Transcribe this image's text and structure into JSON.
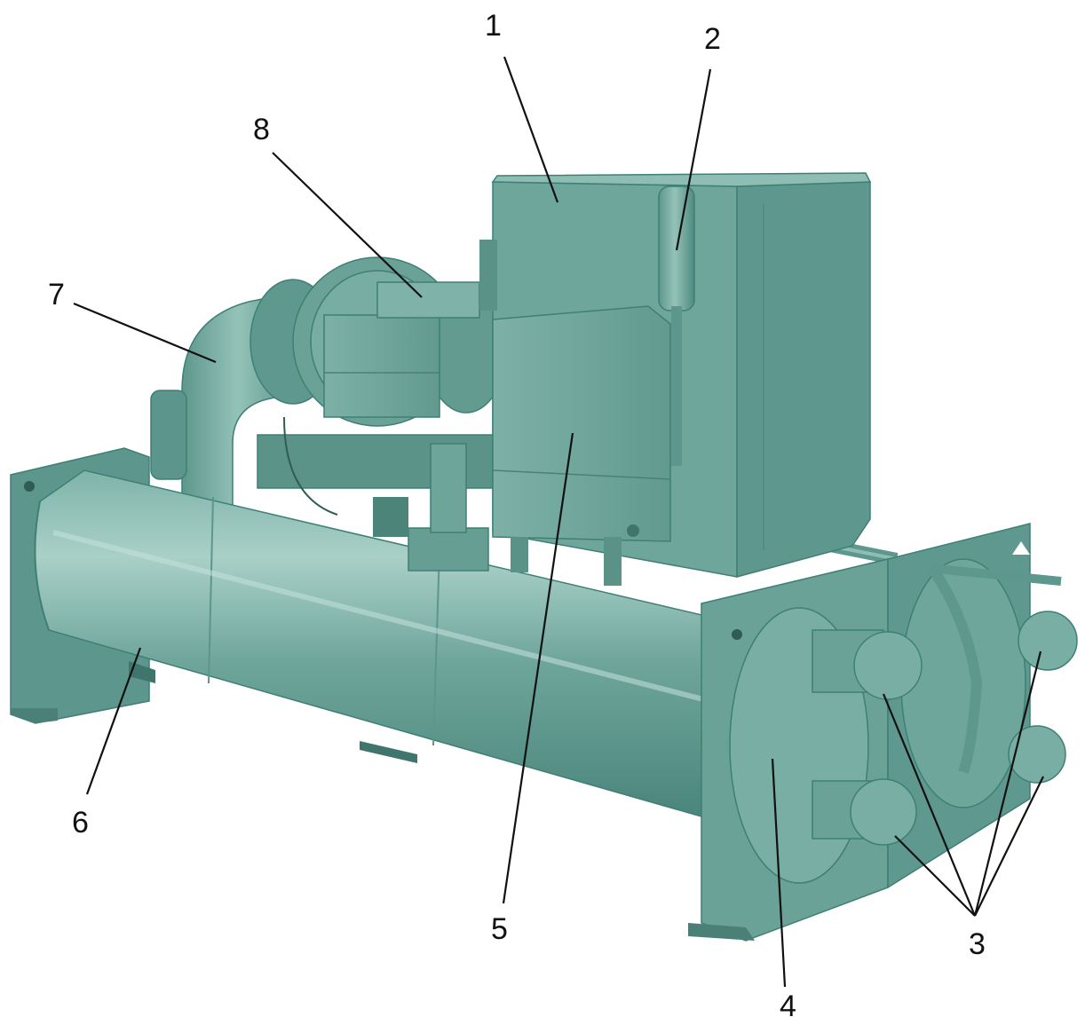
{
  "figure": {
    "colors": {
      "body": "#6fa69c",
      "body_light": "#8ebdb3",
      "body_dark": "#4f8a80",
      "shadow": "#3e7269",
      "label": "#111111"
    }
  },
  "callouts": [
    {
      "id": "1",
      "label": "1"
    },
    {
      "id": "2",
      "label": "2"
    },
    {
      "id": "3",
      "label": "3"
    },
    {
      "id": "4",
      "label": "4"
    },
    {
      "id": "5",
      "label": "5"
    },
    {
      "id": "6",
      "label": "6"
    },
    {
      "id": "7",
      "label": "7"
    },
    {
      "id": "8",
      "label": "8"
    }
  ]
}
